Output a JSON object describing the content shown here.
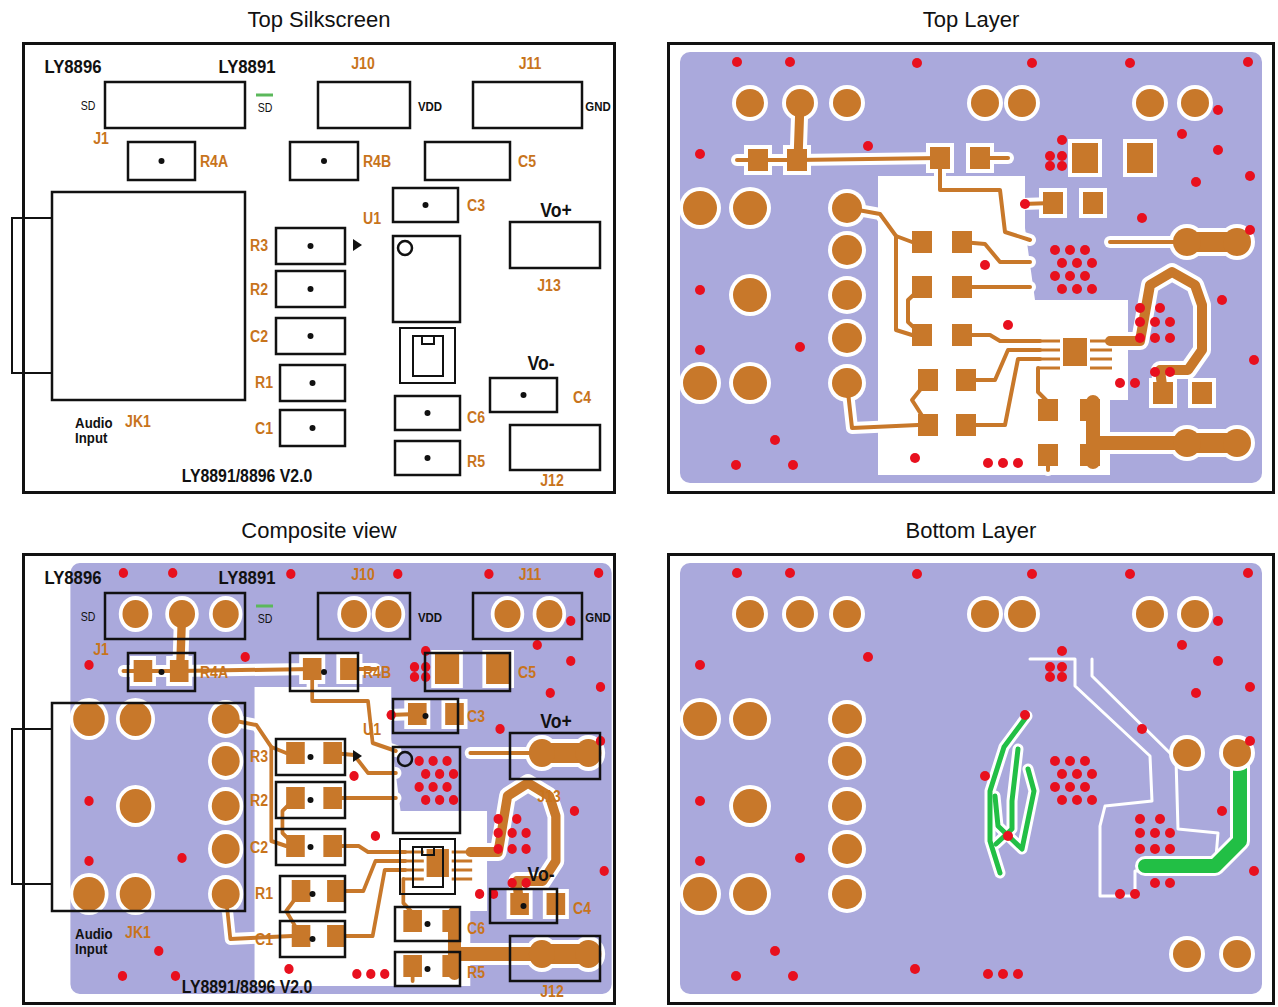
{
  "diagram": {
    "nodes": [
      {
        "text": [
          "Top Silkscreen"
        ]
      },
      {
        "text": [
          "Top Layer"
        ]
      },
      {
        "text": [
          "Composite view"
        ]
      },
      {
        "text": [
          "Bottom Layer"
        ]
      }
    ],
    "labels": [
      "LY8896",
      "LY8891",
      "SD",
      "SD",
      "J1",
      "J10",
      "VDD",
      "J11",
      "GND",
      "R4A",
      "R4B",
      "C5",
      "C3",
      "U1",
      "Vo+",
      "J13",
      "R3",
      "R2",
      "C2",
      "R1",
      "C1",
      "Vo-",
      "C4",
      "C6",
      "R5",
      "J12",
      "Audio Input",
      "JK1",
      "LY8891/8896 V2.0",
      "LY8896",
      "LY8891",
      "SD",
      "SD",
      "J1",
      "J10",
      "VDD",
      "J11",
      "GND",
      "R4A",
      "R4B",
      "C5",
      "C3",
      "U1",
      "Vo+",
      "J13",
      "R3",
      "R2",
      "C2",
      "R1",
      "C1",
      "Vo-",
      "C4",
      "C6",
      "R5",
      "J12",
      "Audio Input",
      "JK1",
      "LY8891/8896 V2.0"
    ]
  }
}
